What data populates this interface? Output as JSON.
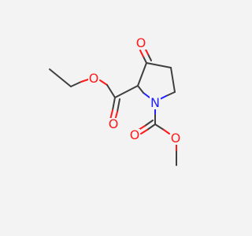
{
  "molecule": {
    "atoms": [
      {
        "symbol": "O",
        "color": "#ff1a1a"
      },
      {
        "symbol": "O",
        "color": "#ff1a1a"
      },
      {
        "symbol": "O",
        "color": "#ff1a1a"
      },
      {
        "symbol": "N",
        "color": "#1f1fff"
      },
      {
        "symbol": "O",
        "color": "#ff1a1a"
      },
      {
        "symbol": "O",
        "color": "#ff1a1a"
      }
    ]
  },
  "colors": {
    "background": "#f3f3f3",
    "carbon_bond": "#3f3f3f",
    "oxygen": "#ff1a1a",
    "nitrogen": "#1f1fff"
  }
}
